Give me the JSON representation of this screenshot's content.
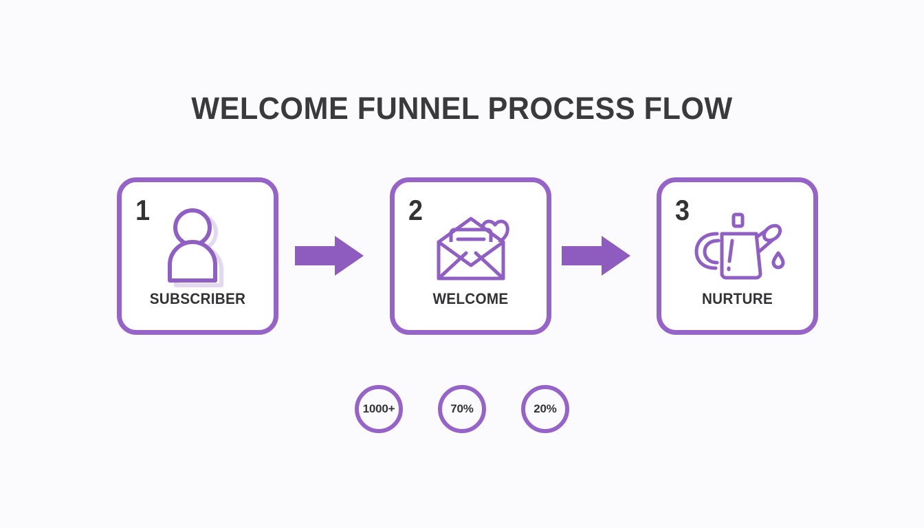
{
  "title": "WELCOME FUNNEL PROCESS FLOW",
  "colors": {
    "accent_purple": "#9663c9",
    "arrow_purple": "#8e5cbf",
    "text_dark": "#333335",
    "title_dark": "#3a3a3c",
    "background": "#fbfafc",
    "icon_shadow": "#e3d9ef"
  },
  "steps": [
    {
      "number": "1",
      "label": "SUBSCRIBER",
      "icon": "person-icon"
    },
    {
      "number": "2",
      "label": "WELCOME",
      "icon": "envelope-heart-icon"
    },
    {
      "number": "3",
      "label": "NURTURE",
      "icon": "watering-can-icon"
    }
  ],
  "arrows": [
    {
      "name": "arrow-step1-to-step2"
    },
    {
      "name": "arrow-step2-to-step3"
    }
  ],
  "stats": [
    {
      "value": "1000+"
    },
    {
      "value": "70%"
    },
    {
      "value": "20%"
    }
  ],
  "chart_data": {
    "type": "diagram",
    "title": "WELCOME FUNNEL PROCESS FLOW",
    "flow": [
      "SUBSCRIBER",
      "WELCOME",
      "NURTURE"
    ],
    "stage_numbers": [
      1,
      2,
      3
    ],
    "metrics": [
      {
        "label": "1000+",
        "stage": "SUBSCRIBER"
      },
      {
        "label": "70%",
        "stage": "WELCOME"
      },
      {
        "label": "20%",
        "stage": "NURTURE"
      }
    ]
  }
}
